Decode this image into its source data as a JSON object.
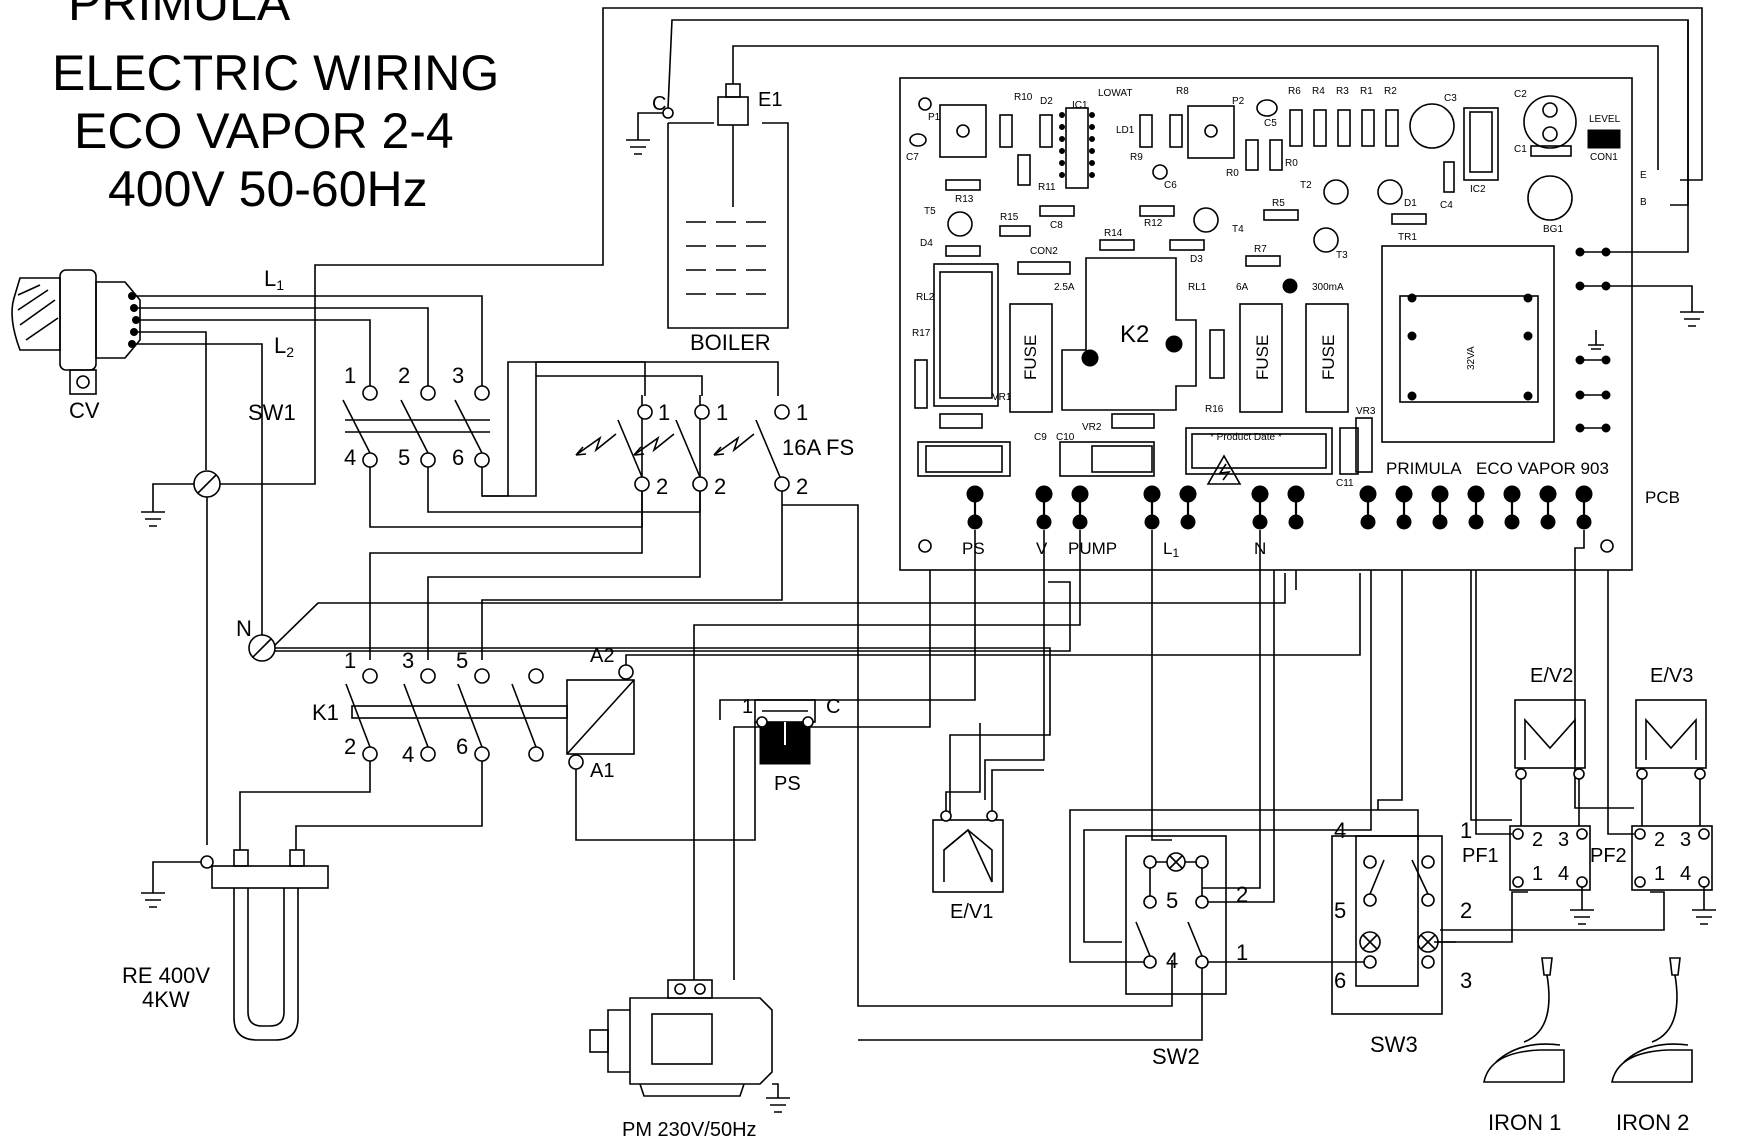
{
  "title": {
    "brand": "PRIMULA",
    "line1": "ELECTRIC WIRING",
    "line2": "ECO VAPOR 2-4",
    "line3": "400V 50-60Hz"
  },
  "labels": {
    "cv": "CV",
    "l1": "L",
    "l1_sub": "1",
    "l2": "L",
    "l2_sub": "2",
    "sw1": "SW1",
    "n": "N",
    "boiler": "BOILER",
    "boiler_c": "C",
    "e1": "E1",
    "fuse_rating": "16A FS",
    "k1": "K1",
    "a1": "A1",
    "a2": "A2",
    "ps": "PS",
    "ps_c": "C",
    "ps_1": "1",
    "heater_l1": "RE 400V",
    "heater_l2": "4KW",
    "motor": "PM 230V/50Hz",
    "ev1": "E/V1",
    "ev2": "E/V2",
    "ev3": "E/V3",
    "sw2": "SW2",
    "sw3": "SW3",
    "pf1": "PF1",
    "pf2": "PF2",
    "iron1": "IRON 1",
    "iron2": "IRON 2",
    "pcb": "PCB"
  },
  "sw1_terminals": [
    "1",
    "2",
    "3",
    "4",
    "5",
    "6"
  ],
  "k1_terminals": [
    "1",
    "3",
    "5",
    "2",
    "4",
    "6"
  ],
  "fuse_terminals": [
    "1",
    "1",
    "1",
    "2",
    "2",
    "2"
  ],
  "sw2_terminals": [
    "5",
    "2",
    "4",
    "1"
  ],
  "sw3_terminals": [
    "4",
    "1",
    "5",
    "2",
    "6",
    "3"
  ],
  "pf_terminals": [
    "2",
    "3",
    "1",
    "4"
  ],
  "pcb": {
    "brand": "PRIMULA",
    "model": "ECO VAPOR 903",
    "product_date": "* Product Date *",
    "bottom_labels": [
      "PS",
      "V",
      "PUMP",
      "L",
      "N"
    ],
    "bottom_l_sub": "1",
    "fuse_text": "FUSE",
    "k2": "K2",
    "transformer": "TR1",
    "transformer_va": "32VA",
    "fuse_ratings": [
      "2.5A",
      "6A",
      "300mA"
    ],
    "level": "LEVEL",
    "con1": "CON1",
    "con2": "CON2",
    "lowat": "LOWAT",
    "side_b": "B",
    "side_e": "E",
    "components": [
      "R10",
      "D2",
      "IC1",
      "R8",
      "P2",
      "R6",
      "R4",
      "R3",
      "R1",
      "R2",
      "C3",
      "C2",
      "P1",
      "C7",
      "LD1",
      "R9",
      "C5",
      "C6",
      "R0",
      "R0",
      "C1",
      "T2",
      "C4",
      "IC2",
      "R13",
      "R11",
      "T5",
      "R15",
      "C8",
      "R12",
      "R5",
      "D1",
      "BG1",
      "D4",
      "R14",
      "D3",
      "T4",
      "R7",
      "T3",
      "RL2",
      "RL1",
      "R17",
      "R16",
      "VR1",
      "C9",
      "C10",
      "VR2",
      "VR3",
      "C11"
    ]
  }
}
